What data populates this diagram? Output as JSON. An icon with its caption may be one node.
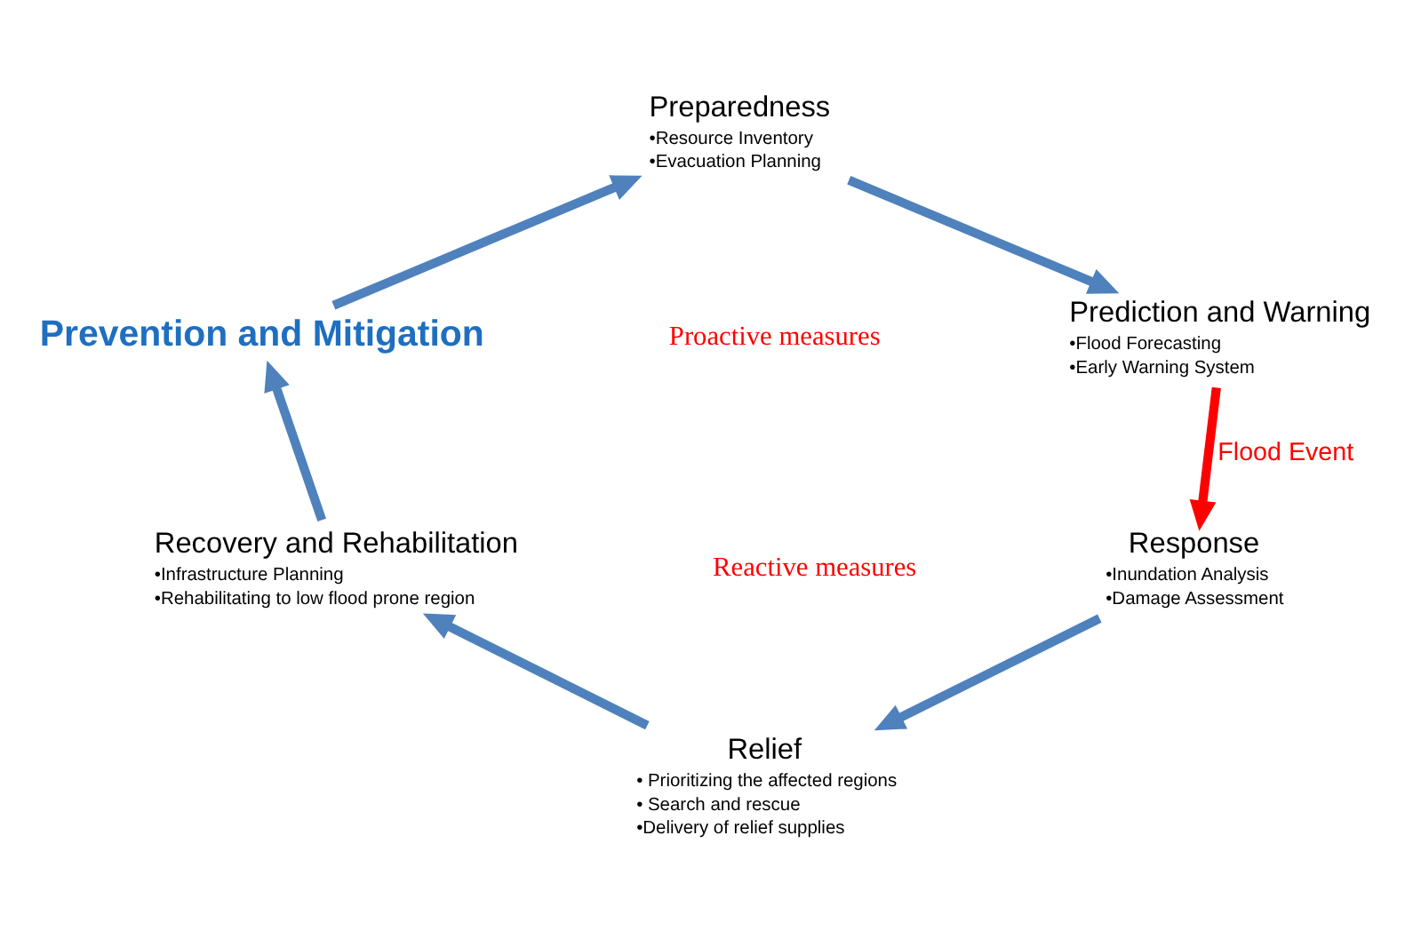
{
  "diagram": {
    "nodes": [
      {
        "text": [
          "Preparedness",
          "•Resource Inventory",
          "•Evacuation Planning"
        ]
      },
      {
        "text": [
          "Prediction and Warning",
          "•Flood Forecasting",
          "•Early Warning System"
        ]
      },
      {
        "text": [
          "Prevention and Mitigation"
        ]
      },
      {
        "text": [
          "Response",
          "•Inundation Analysis",
          "•Damage Assessment"
        ]
      },
      {
        "text": [
          "Recovery and Rehabilitation",
          "•Infrastructure Planning",
          "•Rehabilitating to low flood prone region"
        ]
      },
      {
        "text": [
          "Relief",
          "• Prioritizing the affected regions",
          "• Search and rescue",
          "•Delivery of relief supplies"
        ]
      }
    ],
    "edges": [
      {
        "from": 2,
        "to": 0,
        "arrow": "to"
      },
      {
        "from": 0,
        "to": 1,
        "arrow": "to"
      },
      {
        "from": 1,
        "to": 3,
        "arrow": "to",
        "color": "#ff0000",
        "label": "Flood Event"
      },
      {
        "from": 3,
        "to": 5,
        "arrow": "to"
      },
      {
        "from": 5,
        "to": 4,
        "arrow": "to"
      },
      {
        "from": 4,
        "to": 2,
        "arrow": "to"
      }
    ],
    "labels": [
      "Proactive measures",
      "Reactive measures"
    ]
  }
}
